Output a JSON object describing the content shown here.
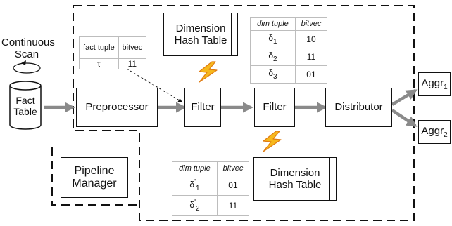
{
  "scan_label_1": "Continuous",
  "scan_label_2": "Scan",
  "fact_table": {
    "line1": "Fact",
    "line2": "Table"
  },
  "preprocessor": "Preprocessor",
  "filter_1": "Filter",
  "filter_2": "Filter",
  "distributor": "Distributor",
  "aggr_1": {
    "base": "Aggr",
    "sub": "1"
  },
  "aggr_2": {
    "base": "Aggr",
    "sub": "2"
  },
  "pipeline_manager": {
    "line1": "Pipeline",
    "line2": "Manager"
  },
  "dim_hash_top": {
    "line1": "Dimension",
    "line2": "Hash Table"
  },
  "dim_hash_bottom": {
    "line1": "Dimension",
    "line2": "Hash Table"
  },
  "fact_tuple_table": {
    "headers": [
      "fact tuple",
      "bitvec"
    ],
    "row": [
      "τ",
      "11"
    ]
  },
  "dim_table_top": {
    "headers": [
      "dim tuple",
      "bitvec"
    ],
    "rows": [
      {
        "base": "δ",
        "sub": "1",
        "bitvec": "10"
      },
      {
        "base": "δ",
        "sub": "2",
        "bitvec": "11"
      },
      {
        "base": "δ",
        "sub": "3",
        "bitvec": "01"
      }
    ]
  },
  "dim_table_bottom": {
    "headers": [
      "dim tuple",
      "bitvec"
    ],
    "rows": [
      {
        "base": "δ",
        "prime": "'",
        "sub": "1",
        "bitvec": "01"
      },
      {
        "base": "δ",
        "prime": "'",
        "sub": "2",
        "bitvec": "11"
      }
    ]
  },
  "colors": {
    "arrow": "#8a8a8a",
    "lightning_fill": "#f6b81c",
    "lightning_stroke": "#e07b12"
  }
}
